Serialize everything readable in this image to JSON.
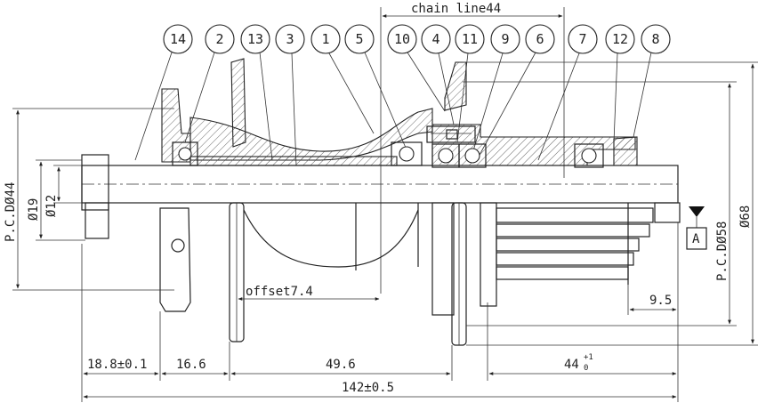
{
  "balloons": [
    "14",
    "2",
    "13",
    "3",
    "1",
    "5",
    "10",
    "4",
    "11",
    "9",
    "6",
    "7",
    "12",
    "8"
  ],
  "dimensions": {
    "chain_line": "chain line44",
    "pcd_left": "P.C.DØ44",
    "dia19": "Ø19",
    "dia12": "Ø12",
    "pcd_right": "P.C.DØ58",
    "dia68": "Ø68",
    "datum": "A",
    "offset": "offset7.4",
    "d95": "9.5",
    "d188": "18.8±0.1",
    "d166": "16.6",
    "d496": "49.6",
    "d44": "44",
    "d44_tol_upper": "+1",
    "d44_tol_lower": "0",
    "d142": "142±0.5"
  }
}
